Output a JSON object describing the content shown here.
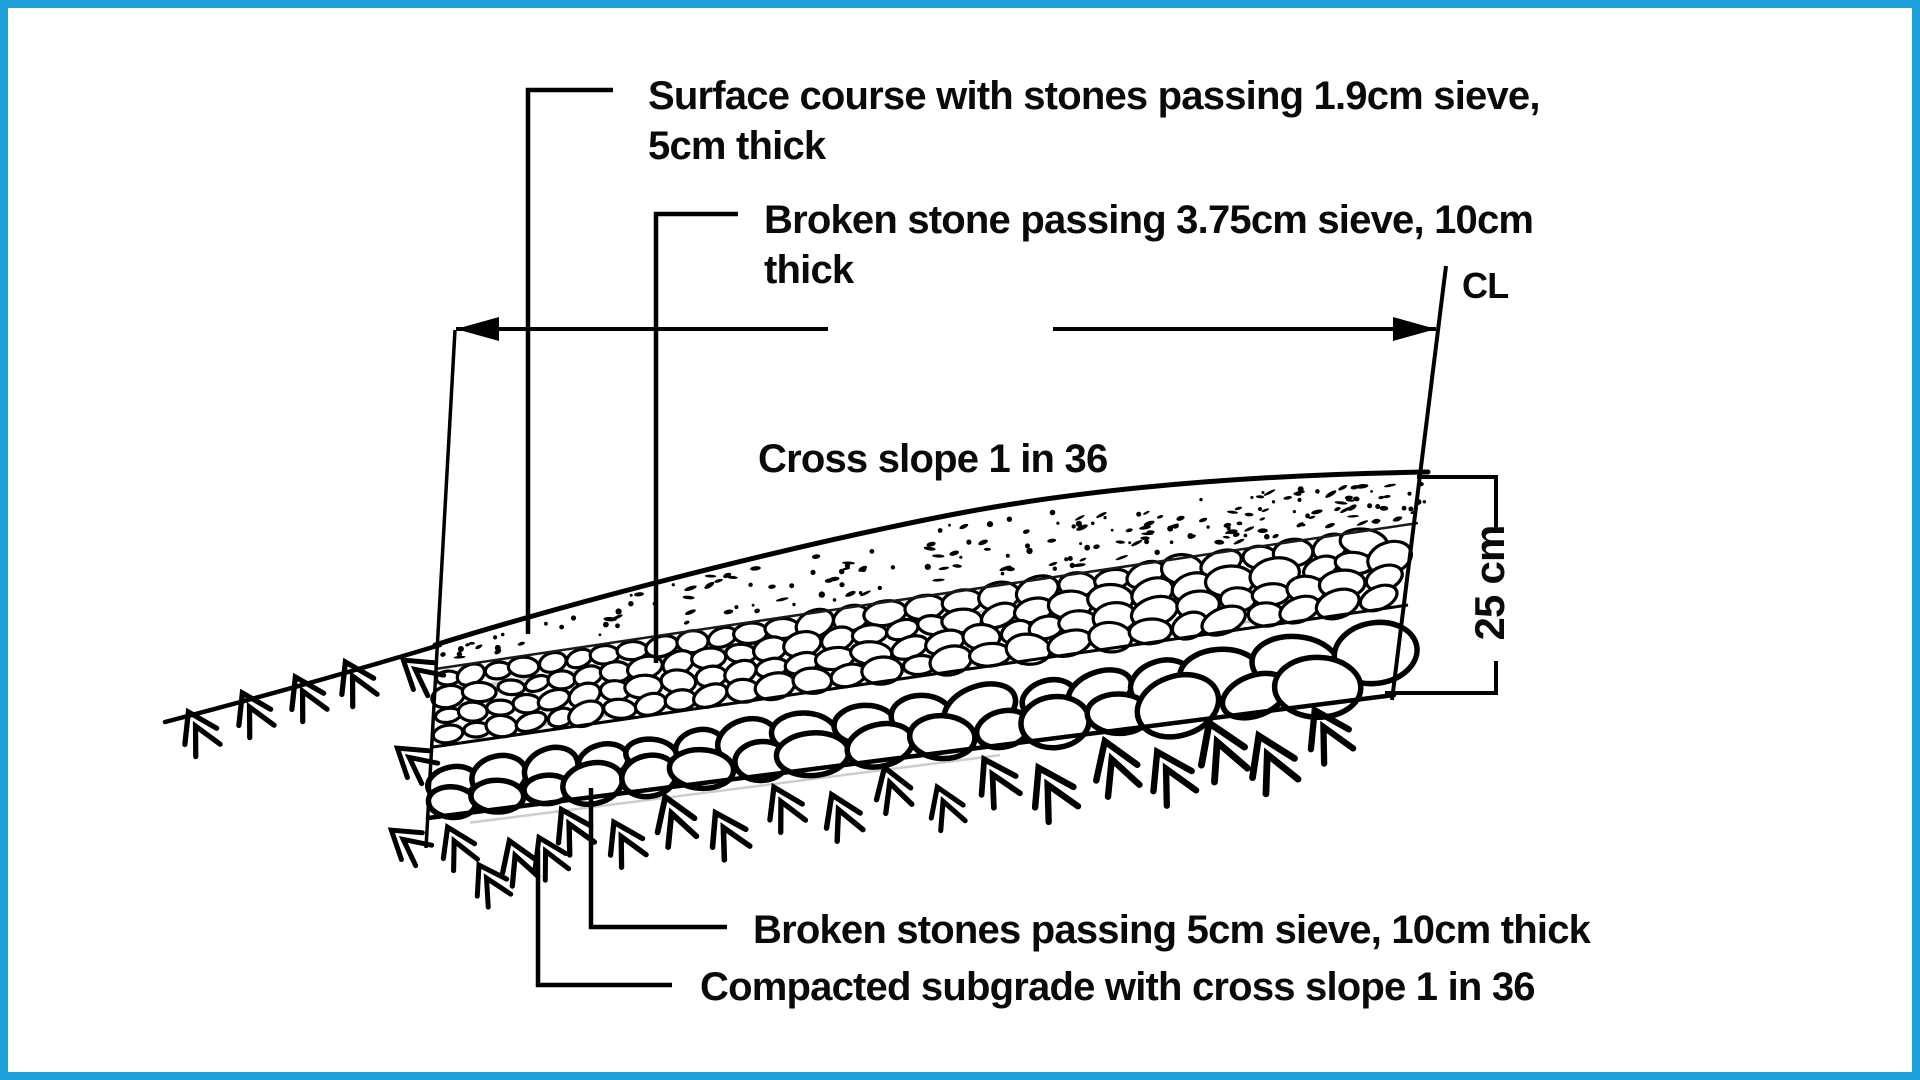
{
  "figure": {
    "border_color": "#1D9FD9",
    "ink_color": "#000000",
    "labels": {
      "surface_course_line1": "Surface course with stones passing 1.9cm sieve,",
      "surface_course_line2": "5cm thick",
      "broken_stone_mid_line1": "Broken stone passing 3.75cm sieve, 10cm",
      "broken_stone_mid_line2": "thick",
      "centerline": "CL",
      "cross_slope": "Cross slope 1 in 36",
      "depth_dimension": "25 cm",
      "broken_stone_base": "Broken stones passing 5cm sieve, 10cm thick",
      "subgrade": "Compacted subgrade with cross slope 1 in 36"
    }
  }
}
